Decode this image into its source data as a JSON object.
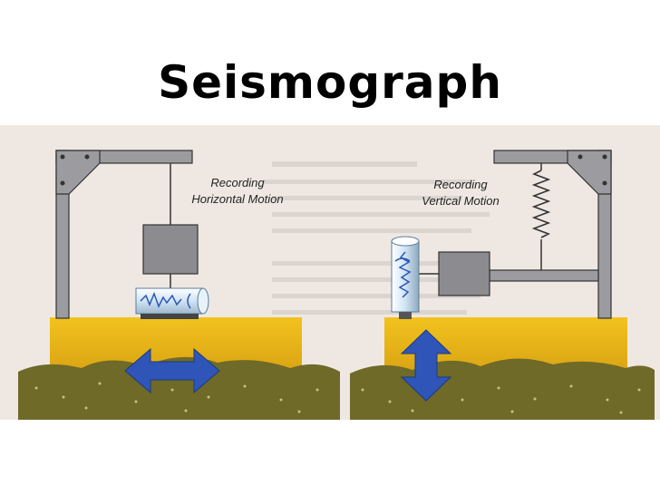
{
  "title": "Seismograph",
  "panels": {
    "left": {
      "label_line1": "Recording",
      "label_line2": "Horizontal Motion"
    },
    "right": {
      "label_line1": "Recording",
      "label_line2": "Vertical Motion"
    }
  },
  "colors": {
    "frame": "#9c9ca0",
    "frame_dark": "#55555a",
    "ground_top": "#f2c31e",
    "ground_bottom": "#d29a10",
    "soil": "#6f6a28",
    "arrow": "#2f55b8",
    "weight": "#8c8c90",
    "drum": "#cfe4f4",
    "background_page": "#efe8e2"
  },
  "icons": {
    "horizontal_arrow": "double-arrow-horizontal-icon",
    "vertical_arrow": "double-arrow-vertical-icon",
    "spring": "spring-icon"
  }
}
